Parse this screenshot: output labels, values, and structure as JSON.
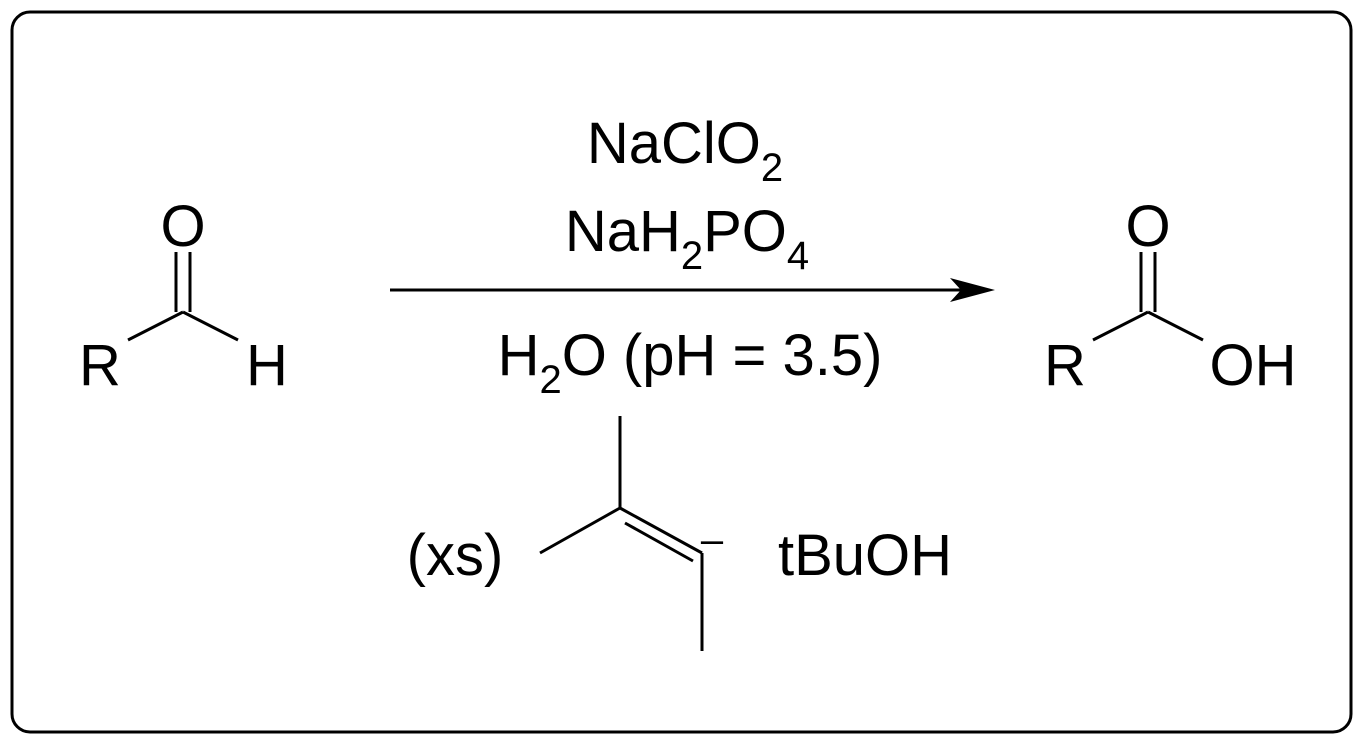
{
  "reactant": {
    "carbonyl_o": "O",
    "r_group": "R",
    "hydrogen": "H"
  },
  "product": {
    "carbonyl_o": "O",
    "r_group": "R",
    "hydroxyl": "OH"
  },
  "reagents": {
    "line1": {
      "base": "NaClO",
      "sub": "2"
    },
    "line2": {
      "a": "NaH",
      "sub1": "2",
      "b": "PO",
      "sub2": "4"
    },
    "line3": {
      "a": "H",
      "sub": "2",
      "b": "O (pH = 3.5)"
    }
  },
  "scavenger": {
    "amount": "(xs)",
    "charge": "–",
    "solvent": "tBuOH"
  }
}
